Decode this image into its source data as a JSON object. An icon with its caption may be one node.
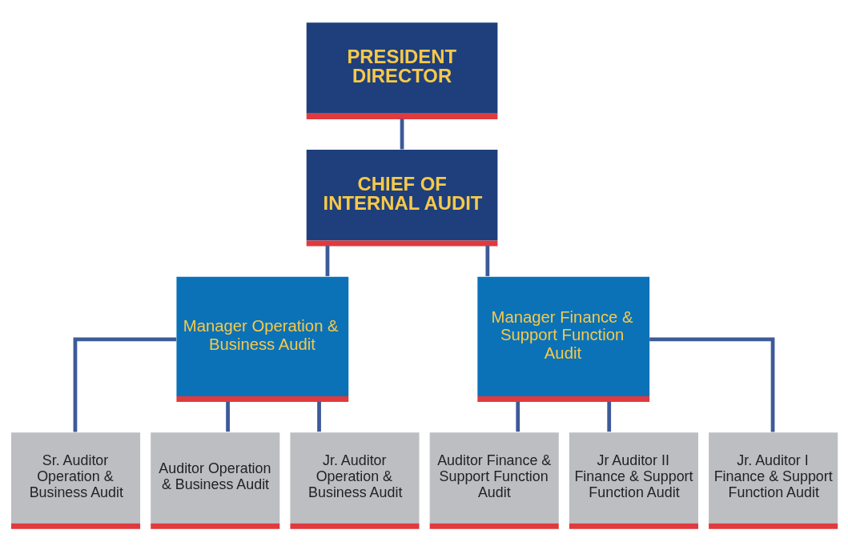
{
  "diagram": {
    "nodes": [
      {
        "text": [
          "PRESIDENT DIRECTOR"
        ]
      },
      {
        "text": [
          "CHIEF OF INTERNAL AUDIT"
        ]
      },
      {
        "text": [
          "Manager Operation & Business Audit"
        ]
      },
      {
        "text": [
          "Manager Finance & Support Function Audit"
        ]
      },
      {
        "text": [
          "Sr. Auditor Operation & Business Audit"
        ]
      },
      {
        "text": [
          "Auditor Operation & Business Audit"
        ]
      },
      {
        "text": [
          "Jr. Auditor Operation & Business Audit"
        ]
      },
      {
        "text": [
          "Auditor Finance & Support Function Audit"
        ]
      },
      {
        "text": [
          "Jr Auditor II Finance & Support Function Audit"
        ]
      },
      {
        "text": [
          "Jr. Auditor I Finance & Support Function Audit"
        ]
      }
    ],
    "edges": [
      {
        "from": 0,
        "to": 1,
        "arrow": "none"
      },
      {
        "from": 1,
        "to": 2,
        "arrow": "none"
      },
      {
        "from": 1,
        "to": 3,
        "arrow": "none"
      },
      {
        "from": 2,
        "to": 4,
        "arrow": "none"
      },
      {
        "from": 2,
        "to": 5,
        "arrow": "none"
      },
      {
        "from": 2,
        "to": 6,
        "arrow": "none"
      },
      {
        "from": 3,
        "to": 7,
        "arrow": "none"
      },
      {
        "from": 3,
        "to": 8,
        "arrow": "none"
      },
      {
        "from": 3,
        "to": 9,
        "arrow": "none"
      }
    ]
  }
}
